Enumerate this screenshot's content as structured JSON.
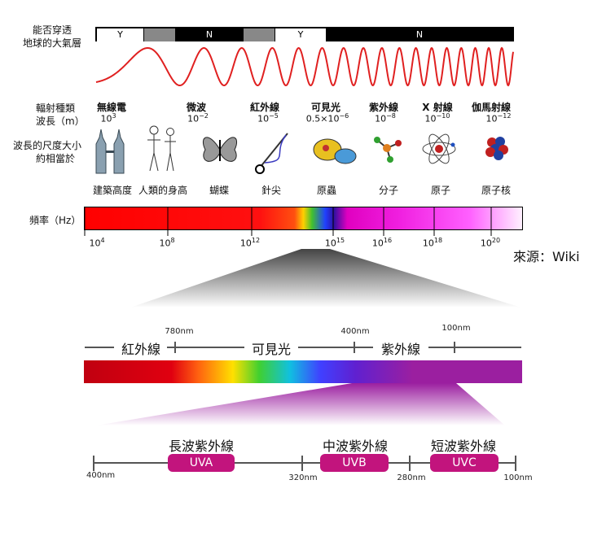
{
  "row_labels": {
    "atmosphere": [
      "能否穿透",
      "地球的大氣層"
    ],
    "type_wavelength": [
      "輻射種類",
      "波長（m）"
    ],
    "scale": [
      "波長的尺度大小",
      "約相當於"
    ],
    "frequency": "頻率（Hz）"
  },
  "opacity_bar": [
    "Y",
    "",
    "N",
    "",
    "Y",
    "N"
  ],
  "radiation_types": [
    {
      "name": "無線電",
      "base": "10",
      "exp": "3"
    },
    {
      "name": "微波",
      "base": "10",
      "exp": "−2"
    },
    {
      "name": "紅外線",
      "base": "10",
      "exp": "−5"
    },
    {
      "name": "可見光",
      "base": "0.5×10",
      "exp": "−6"
    },
    {
      "name": "紫外線",
      "base": "10",
      "exp": "−8"
    },
    {
      "name": "X 射線",
      "base": "10",
      "exp": "−10"
    },
    {
      "name": "伽馬射線",
      "base": "10",
      "exp": "−12"
    }
  ],
  "scale_objects": [
    "建築高度",
    "人類的身高",
    "蝴蝶",
    "針尖",
    "原蟲",
    "分子",
    "原子",
    "原子核"
  ],
  "icons": [
    "buildings-icon",
    "humans-icon",
    "butterfly-icon",
    "needle-icon",
    "protozoa-icon",
    "molecule-icon",
    "atom-icon",
    "nucleus-icon"
  ],
  "frequency_ticks": [
    {
      "base": "10",
      "exp": "4"
    },
    {
      "base": "10",
      "exp": "8"
    },
    {
      "base": "10",
      "exp": "12"
    },
    {
      "base": "10",
      "exp": "15"
    },
    {
      "base": "10",
      "exp": "16"
    },
    {
      "base": "10",
      "exp": "18"
    },
    {
      "base": "10",
      "exp": "20"
    }
  ],
  "source": "來源：Wiki",
  "zoom1": {
    "bands": [
      "紅外線",
      "可見光",
      "紫外線"
    ],
    "ticks": [
      "780nm",
      "400nm",
      "100nm"
    ]
  },
  "zoom2": {
    "bands": [
      "長波紫外線",
      "中波紫外線",
      "短波紫外線"
    ],
    "pills": [
      "UVA",
      "UVB",
      "UVC"
    ],
    "ticks": [
      "400nm",
      "320nm",
      "280nm",
      "100nm"
    ]
  },
  "colors": {
    "wave": "#e02020",
    "pill": "#c2147d",
    "uv": "#9b1fa0"
  }
}
